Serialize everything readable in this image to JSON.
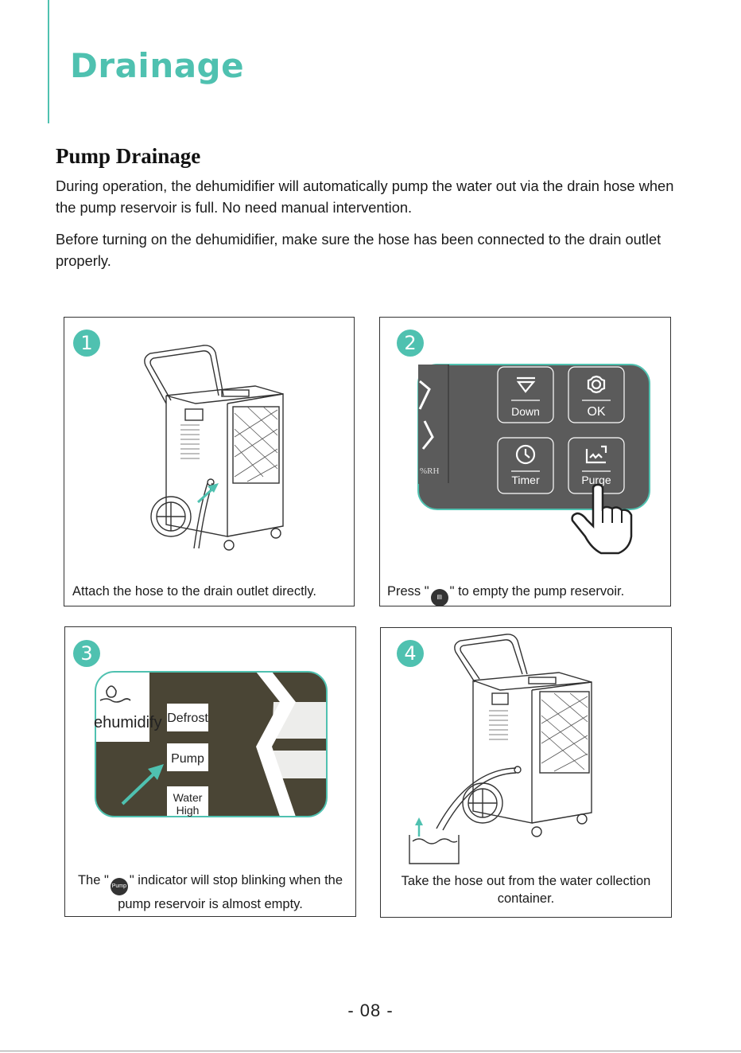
{
  "header": {
    "title": "Drainage"
  },
  "section": {
    "title": "Pump Drainage",
    "paragraph1": "During operation, the dehumidifier will automatically pump the water out via the drain hose when the pump reservoir is full. No need manual intervention.",
    "paragraph2": "Before turning on the dehumidifier, make sure the hose has been connected to the drain outlet properly."
  },
  "steps": [
    {
      "number": "1",
      "caption": "Attach the hose to the drain outlet directly."
    },
    {
      "number": "2",
      "caption_before": "Press \"",
      "caption_after": "\" to empty the pump reservoir.",
      "panel_buttons": {
        "down": "Down",
        "ok": "OK",
        "timer": "Timer",
        "purge": "Purge"
      },
      "humidity_unit": "%RH"
    },
    {
      "number": "3",
      "caption_before": "The \"",
      "caption_after": "\" indicator will stop blinking when the pump reservoir is almost empty.",
      "indicators": {
        "dehumidify": "ehumidify",
        "defrost": "Defrost",
        "pump": "Pump",
        "water_high_1": "Water",
        "water_high_2": "High"
      },
      "mini_icon_text": "Pump"
    },
    {
      "number": "4",
      "caption": "Take the hose out from the water collection container."
    }
  ],
  "footer": {
    "page_number": "- 08 -"
  },
  "colors": {
    "accent": "#4fc1b0",
    "panel_dark": "#5b5b5b",
    "indicator_dark": "#4a4535"
  }
}
